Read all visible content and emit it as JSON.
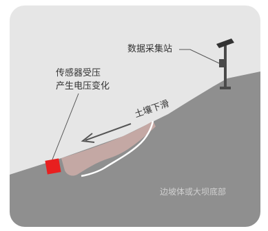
{
  "labels": {
    "station": "数据采集站",
    "sensor_line1": "传感器受压",
    "sensor_line2": "产生电压变化",
    "landslide": "土壤下滑",
    "slope": "边坡体或大坝底部"
  },
  "colors": {
    "card_background": "#e6e6e6",
    "slope_fill": "#8f8f8f",
    "soil_fill": "#c9aaa6",
    "sensor": "#e81f1f",
    "callout_line": "#555555",
    "pole": "#4a4a4a"
  },
  "icons": [
    "data-station-icon",
    "pressure-sensor-icon",
    "slide-direction-arrow"
  ]
}
